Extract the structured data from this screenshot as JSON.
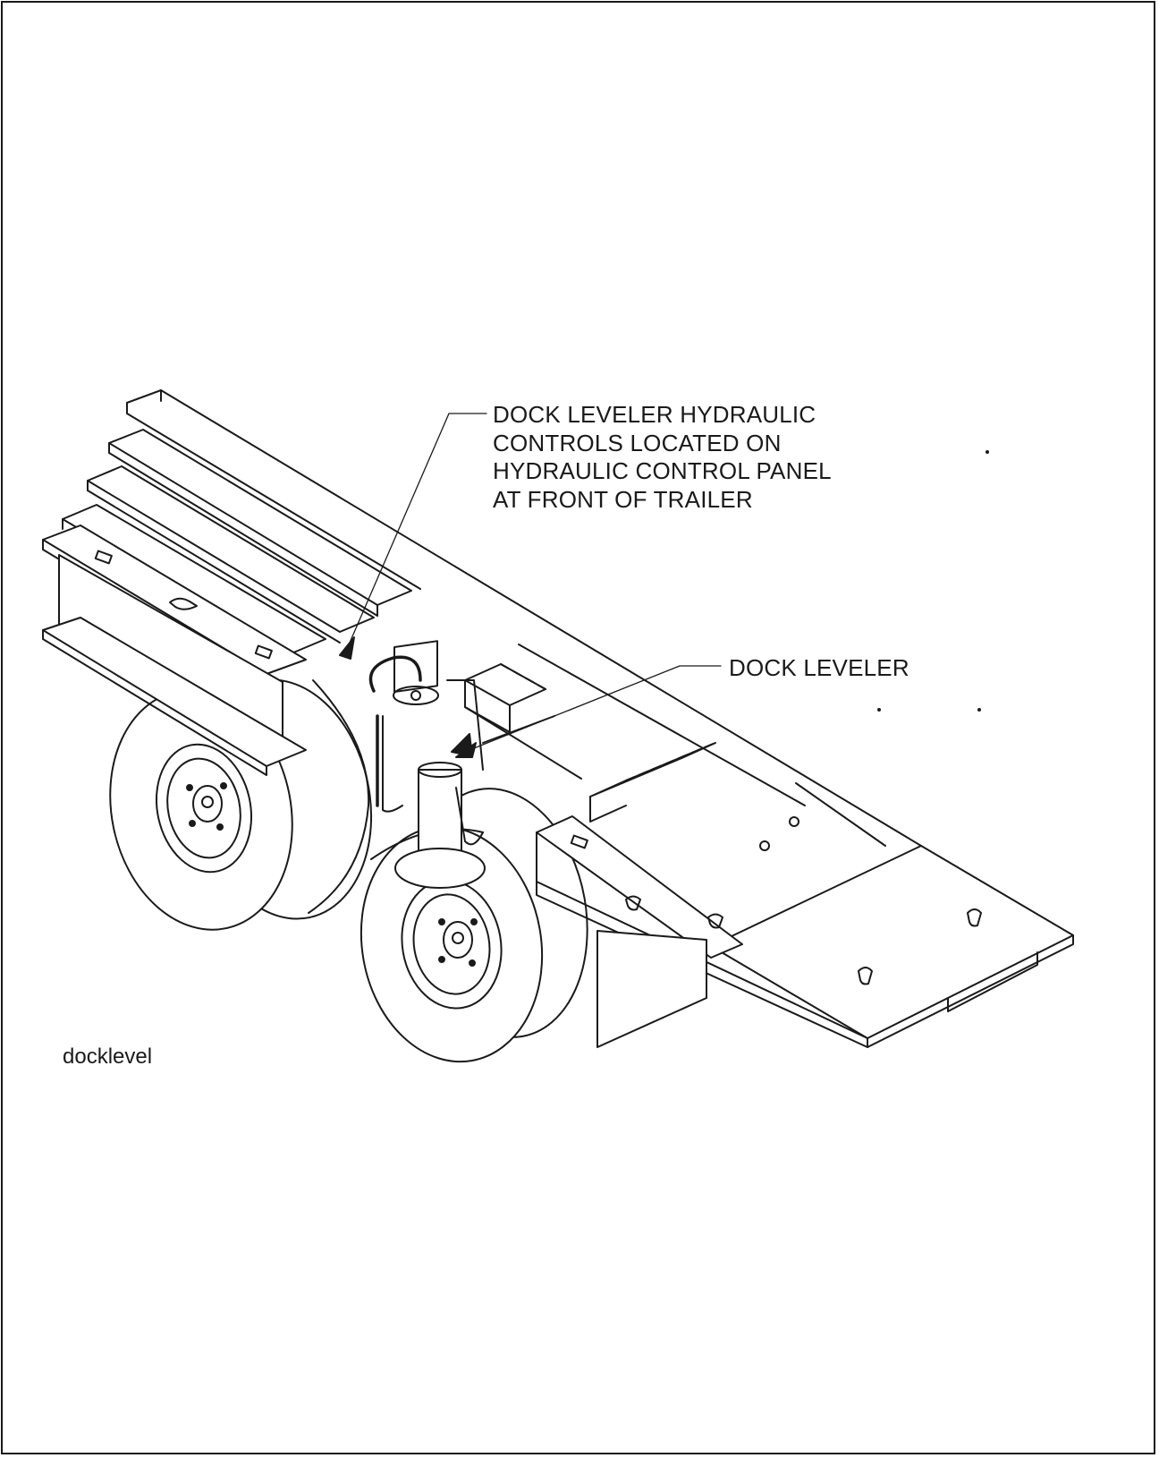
{
  "callouts": {
    "hydraulic_controls": {
      "lines": [
        "DOCK LEVELER HYDRAULIC",
        "CONTROLS LOCATED ON",
        "HYDRAULIC CONTROL PANEL",
        "AT FRONT OF TRAILER"
      ]
    },
    "dock_leveler": "DOCK LEVELER"
  },
  "figure_id": "docklevel"
}
